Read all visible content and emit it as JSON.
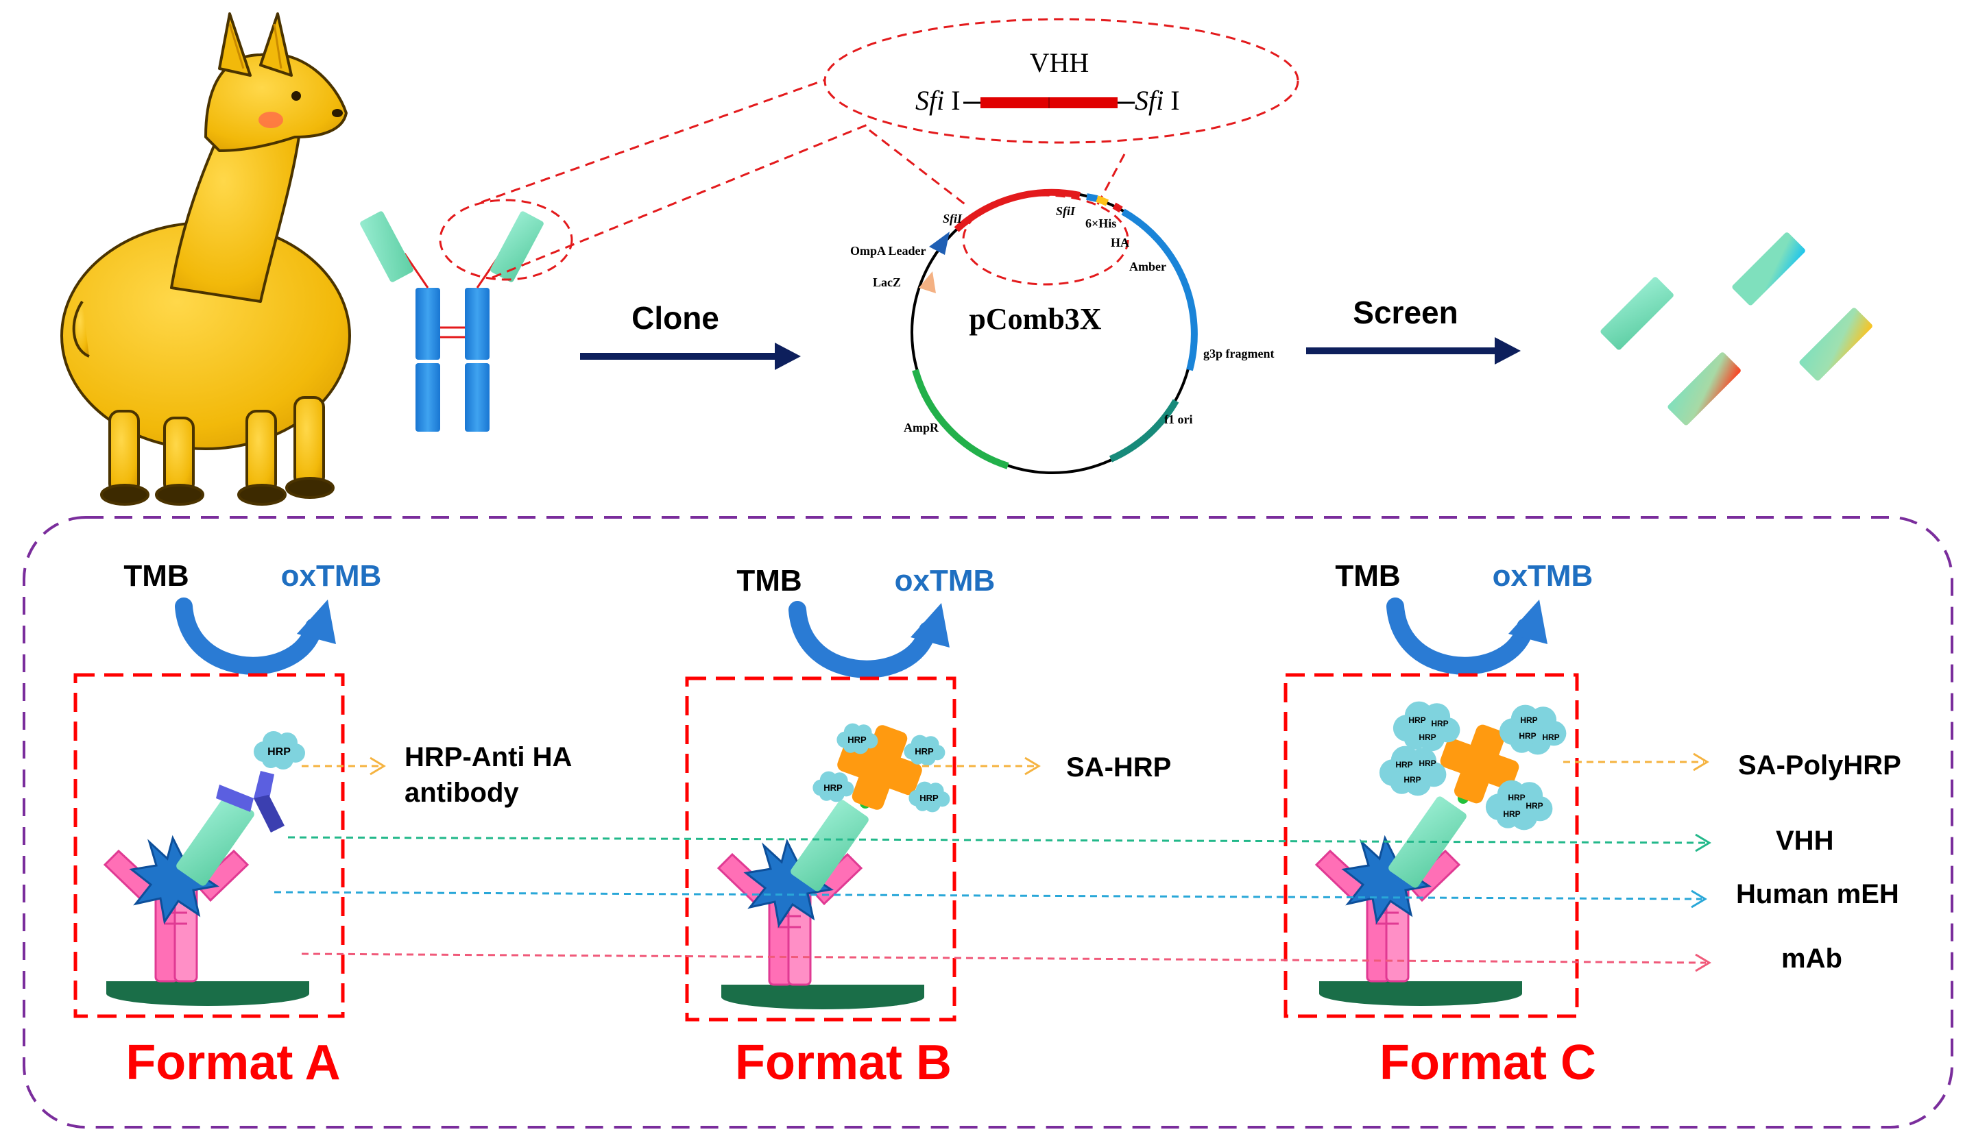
{
  "top": {
    "vhh_label": "VHH",
    "sfi_left_italic": "Sfi",
    "sfi_left_roman": " I",
    "sfi_right_italic": "Sfi",
    "sfi_right_roman": " I",
    "clone_label": "Clone",
    "screen_label": "Screen"
  },
  "plasmid": {
    "name": "pComb3X",
    "sfi_a": "SfiI",
    "sfi_b": "SfiI",
    "his": "6×His",
    "ha": "HA",
    "amber": "Amber",
    "g3p": "g3p fragment",
    "f1": "f1 ori",
    "ampr": "AmpR",
    "lacz": "LacZ",
    "ompa": "OmpA Leader"
  },
  "formats": [
    {
      "tmb": "TMB",
      "oxtmb": "oxTMB",
      "name": "Format A",
      "hrp_tag": "HRP"
    },
    {
      "tmb": "TMB",
      "oxtmb": "oxTMB",
      "name": "Format B",
      "hrp_tag": "HRP"
    },
    {
      "tmb": "TMB",
      "oxtmb": "oxTMB",
      "name": "Format C",
      "hrp_tag": "HRP"
    }
  ],
  "callouts": {
    "hrp_anti_ha_1": "HRP-Anti HA",
    "hrp_anti_ha_2": "antibody",
    "sa_hrp": "SA-HRP",
    "sa_polyhrp": "SA-PolyHRP"
  },
  "legend": {
    "vhh": "VHH",
    "human_meh": "Human mEH",
    "mab": "mAb"
  },
  "colors": {
    "red_dash": "#e31a1c",
    "purple_dash": "#7a2d9c",
    "navy_arrow": "#0d1f5c",
    "oxtmb_blue": "#1f6fc1",
    "format_red": "#ff0000",
    "vhh_green": "#7fe0bd",
    "igg_blue": "#1a84d8",
    "hrp_cyan": "#7fd3de",
    "sa_orange": "#ff9a10",
    "antigen_blue": "#1f74c9",
    "mab_pink": "#ff6fb6",
    "plate_green": "#1a6e48",
    "llama_yellow": "#f3c20a",
    "anti_ha_purple": "#5b5fe0"
  },
  "icons": [
    "llama-icon",
    "igg-antibody-icon",
    "vhh-fragment-icon",
    "plasmid-map-icon",
    "hrp-cloud-icon",
    "streptavidin-icon",
    "antigen-star-icon",
    "capture-antibody-icon",
    "plate-surface-icon",
    "curved-arrow-icon"
  ]
}
